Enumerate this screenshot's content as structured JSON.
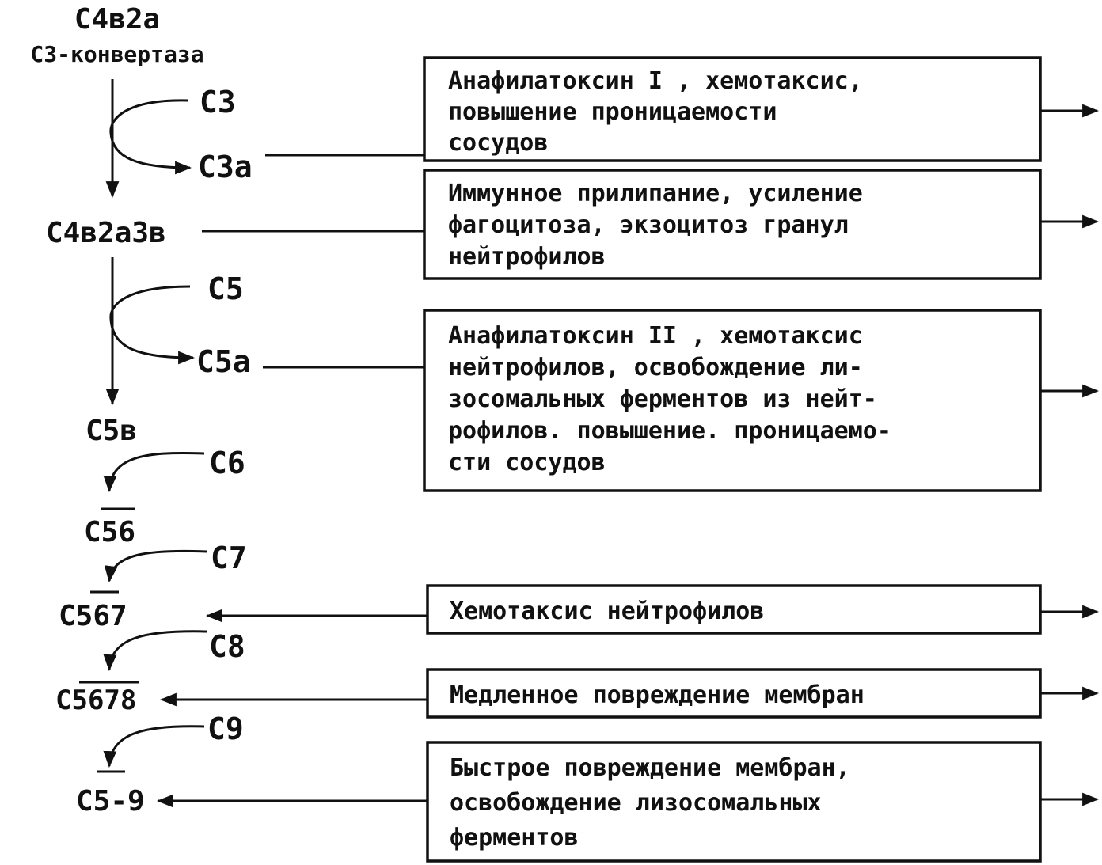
{
  "header": {
    "line1": "C4в2а",
    "line2": "C3-конвертаза"
  },
  "cascade": {
    "n_c3": "C3",
    "n_c3a": "C3a",
    "n_c4b2a3b": "C4в2а3в",
    "n_c5": "C5",
    "n_c5a_side": "C5a",
    "n_c5b": "C5в",
    "n_c6": "C6",
    "n_c56": "C56",
    "n_c7": "C7",
    "n_c567": "C567",
    "n_c8": "C8",
    "n_c5678": "C5678",
    "n_c9": "C9",
    "n_c59": "C5-9"
  },
  "effects": {
    "box1": [
      "Анафилатоксин I , хемотаксис,",
      "повышение проницаемости",
      "сосудов"
    ],
    "box2": [
      "Иммунное прилипание, усиление",
      "фагоцитоза, экзоцитоз гранул",
      "нейтрофилов"
    ],
    "box3": [
      "Анафилатоксин II , хемотаксис",
      "нейтрофилов, освобождение ли-",
      "зосомальных ферментов из нейт-",
      "рофилов. повышение. проницаемо-",
      "сти сосудов"
    ],
    "box4": [
      "Хемотаксис нейтрофилов"
    ],
    "box5": [
      "Медленное повреждение мембран"
    ],
    "box6": [
      "Быстрое повреждение мембран,",
      "освобождение лизосомальных",
      "ферментов"
    ]
  }
}
